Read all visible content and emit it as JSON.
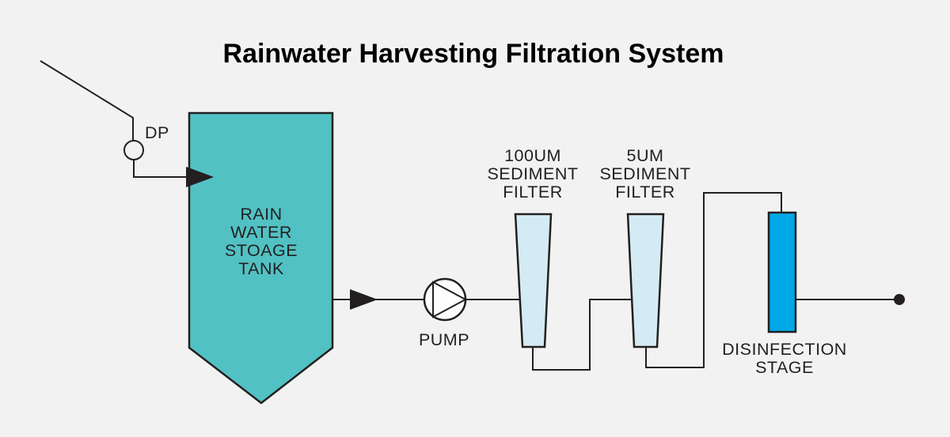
{
  "title": "Rainwater Harvesting Filtration System",
  "colors": {
    "background": "#F2F2F2",
    "line": "#231F20",
    "text": "#231F20",
    "tank_fill": "#52C1C3",
    "filter_fill": "#D4EBF4",
    "disinfection_fill": "#00A8E8",
    "pump_triangle_fill": "#2B4EA2",
    "pump_body_fill": "#FDFDFD"
  },
  "labels": {
    "dp": "DP",
    "tank": {
      "lines": [
        "RAIN",
        "WATER",
        "STOAGE",
        "TANK"
      ]
    },
    "pump": "PUMP",
    "filter_100um": {
      "lines": [
        "100UM",
        "SEDIMENT",
        "FILTER"
      ]
    },
    "filter_5um": {
      "lines": [
        "5UM",
        "SEDIMENT",
        "FILTER"
      ]
    },
    "disinfection": {
      "lines": [
        "DISINFECTION",
        "STAGE"
      ]
    }
  }
}
